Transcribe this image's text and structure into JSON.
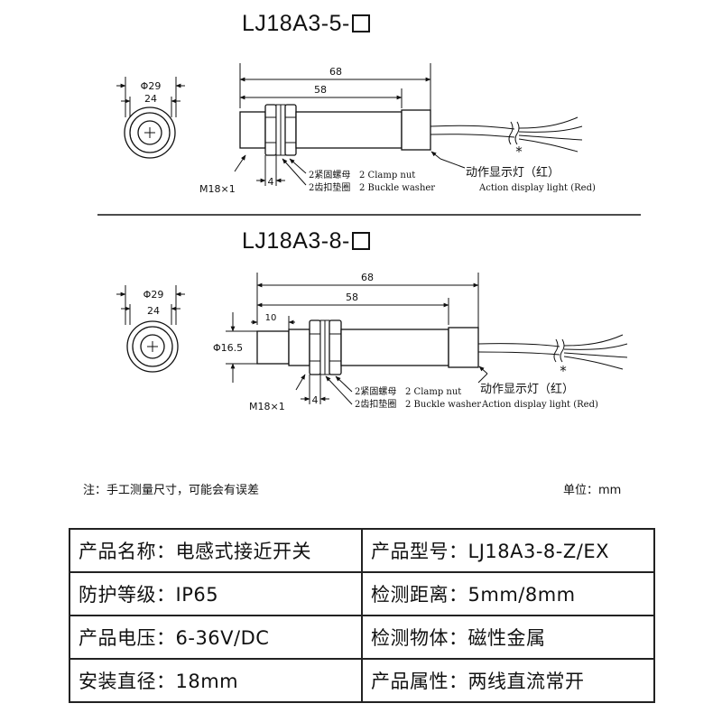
{
  "diagrams": [
    {
      "title": "LJ18A3-5-",
      "face_outer_dia": "Φ29",
      "face_inner_dia": "24",
      "total_length": "68",
      "thread_length": "58",
      "thread_spec": "M18×1",
      "nut_width": "4",
      "parts_cn": [
        "2紧固螺母",
        "2齿扣垫圈"
      ],
      "parts_en": [
        "2 Clamp nut",
        "2 Buckle washer"
      ],
      "led_cn": "动作显示灯（红）",
      "led_en": "Action display light (Red)",
      "star": "*"
    },
    {
      "title": "LJ18A3-8-",
      "face_outer_dia": "Φ29",
      "face_inner_dia": "24",
      "total_length": "68",
      "thread_length": "58",
      "head_length": "10",
      "head_dia": "Φ16.5",
      "thread_spec": "M18×1",
      "nut_width": "4",
      "parts_cn": [
        "2紧固螺母",
        "2齿扣垫圈"
      ],
      "parts_en": [
        "2 Clamp nut",
        "2 Buckle washer"
      ],
      "led_cn": "动作显示灯（红）",
      "led_en": "Action display light (Red)",
      "star": "*"
    }
  ],
  "note": "注：手工测量尺寸，可能会有误差",
  "unit": "单位：mm",
  "specs": [
    [
      "产品名称：电感式接近开关",
      "产品型号：LJ18A3-8-Z/EX"
    ],
    [
      "防护等级：IP65",
      "检测距离：5mm/8mm"
    ],
    [
      "产品电压：6-36V/DC",
      "检测物体：磁性金属"
    ],
    [
      "安装直径：18mm",
      "产品属性：两线直流常开"
    ]
  ]
}
